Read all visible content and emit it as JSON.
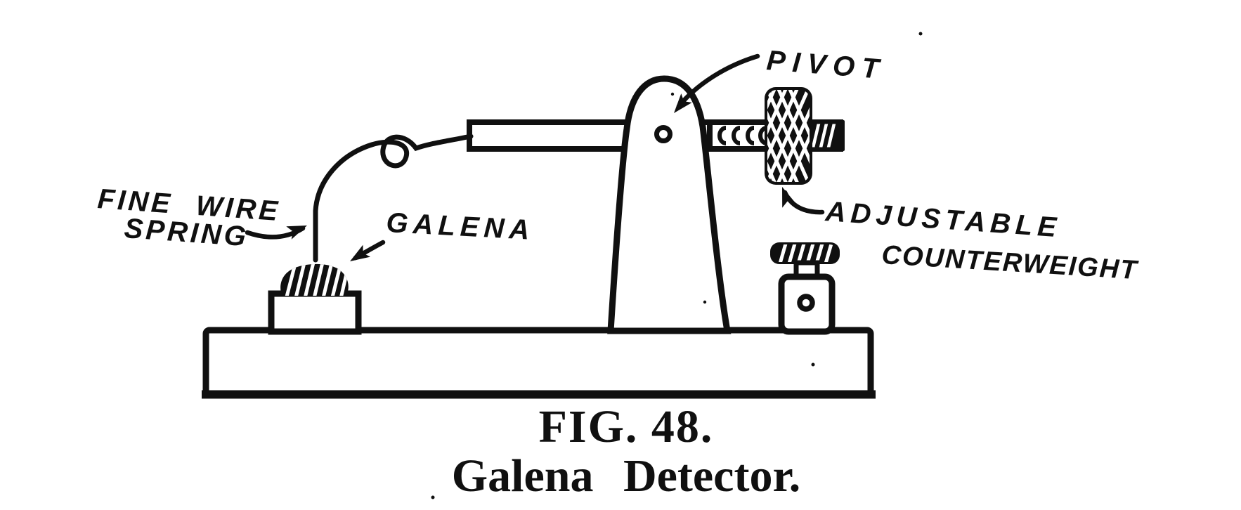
{
  "page": {
    "ink": "#101010",
    "paper": "#ffffff"
  },
  "figure": {
    "type": "technical-illustration",
    "caption": {
      "line1": "FIG. 48.",
      "line2": "Galena Detector."
    },
    "annotations": {
      "pivot": "PIVOT",
      "fine_wire_spring": {
        "line1": "FINE WIRE",
        "line2": "SPRING"
      },
      "galena": "GALENA",
      "adjustable_counterweight": {
        "line1": "ADJUSTABLE",
        "line2": "COUNTERWEIGHT"
      }
    },
    "parts": [
      "base board",
      "crystal cup",
      "galena crystal",
      "fine wire spring",
      "balance arm",
      "pivot standard",
      "pivot hole",
      "threaded rod",
      "knurled counterweight",
      "binding post"
    ]
  }
}
